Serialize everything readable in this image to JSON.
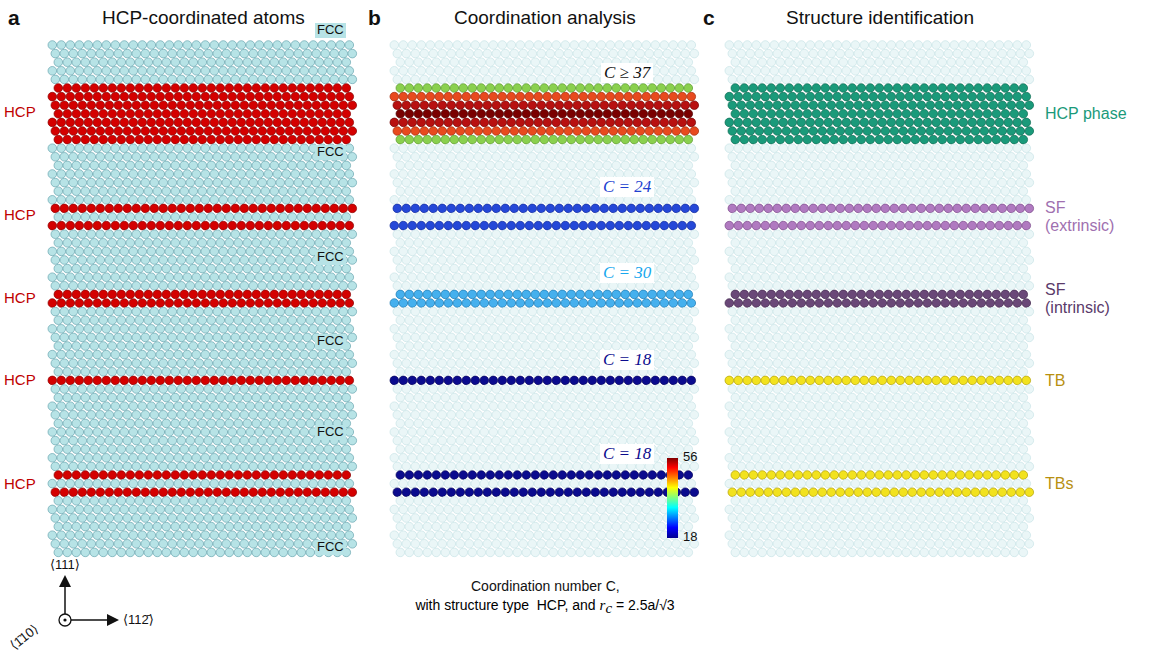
{
  "diagram": {
    "labels": [
      "a",
      "HCP-coordinated atoms",
      "b",
      "Coordination analysis",
      "c",
      "Structure identification",
      "FCC",
      "FCC",
      "FCC",
      "FCC",
      "FCC",
      "FCC",
      "HCP",
      "HCP",
      "HCP",
      "HCP",
      "HCP",
      "C ≥ 37",
      "C = 24",
      "C = 30",
      "C = 18",
      "C = 18",
      "56",
      "18",
      "Coordination number C,",
      "with structure type  HCP, and ",
      "r",
      "c",
      " = 2.5a/√3",
      "HCP phase",
      "SF (extrinsic)",
      "SF (intrinsic)",
      "TB",
      "TBs",
      "⟨111⟩",
      "⟨112̄⟩",
      "⟨1̄10⟩"
    ]
  }
}
